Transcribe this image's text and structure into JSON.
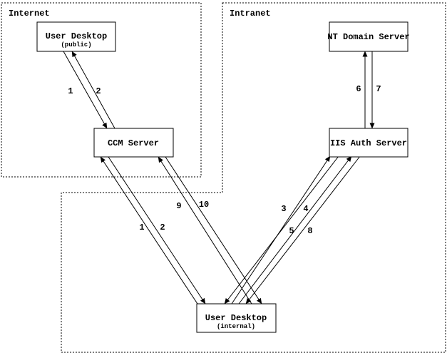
{
  "zones": {
    "internet": {
      "label": "Internet"
    },
    "intranet": {
      "label": "Intranet"
    }
  },
  "nodes": {
    "public_desktop": {
      "title": "User Desktop",
      "subtitle": "(public)"
    },
    "nt_domain": {
      "title": "NT Domain Server"
    },
    "ccm": {
      "title": "CCM Server"
    },
    "iis_auth": {
      "title": "IIS Auth Server"
    },
    "internal_desktop": {
      "title": "User Desktop",
      "subtitle": "(internal)"
    }
  },
  "flows": {
    "step1_public": "1",
    "step2_public": "2",
    "step1_internal": "1",
    "step2_internal": "2",
    "step3": "3",
    "step4": "4",
    "step5": "5",
    "step6": "6",
    "step7": "7",
    "step8": "8",
    "step9": "9",
    "step10": "10"
  },
  "colors": {
    "ink": "#000000",
    "background": "#ffffff"
  }
}
